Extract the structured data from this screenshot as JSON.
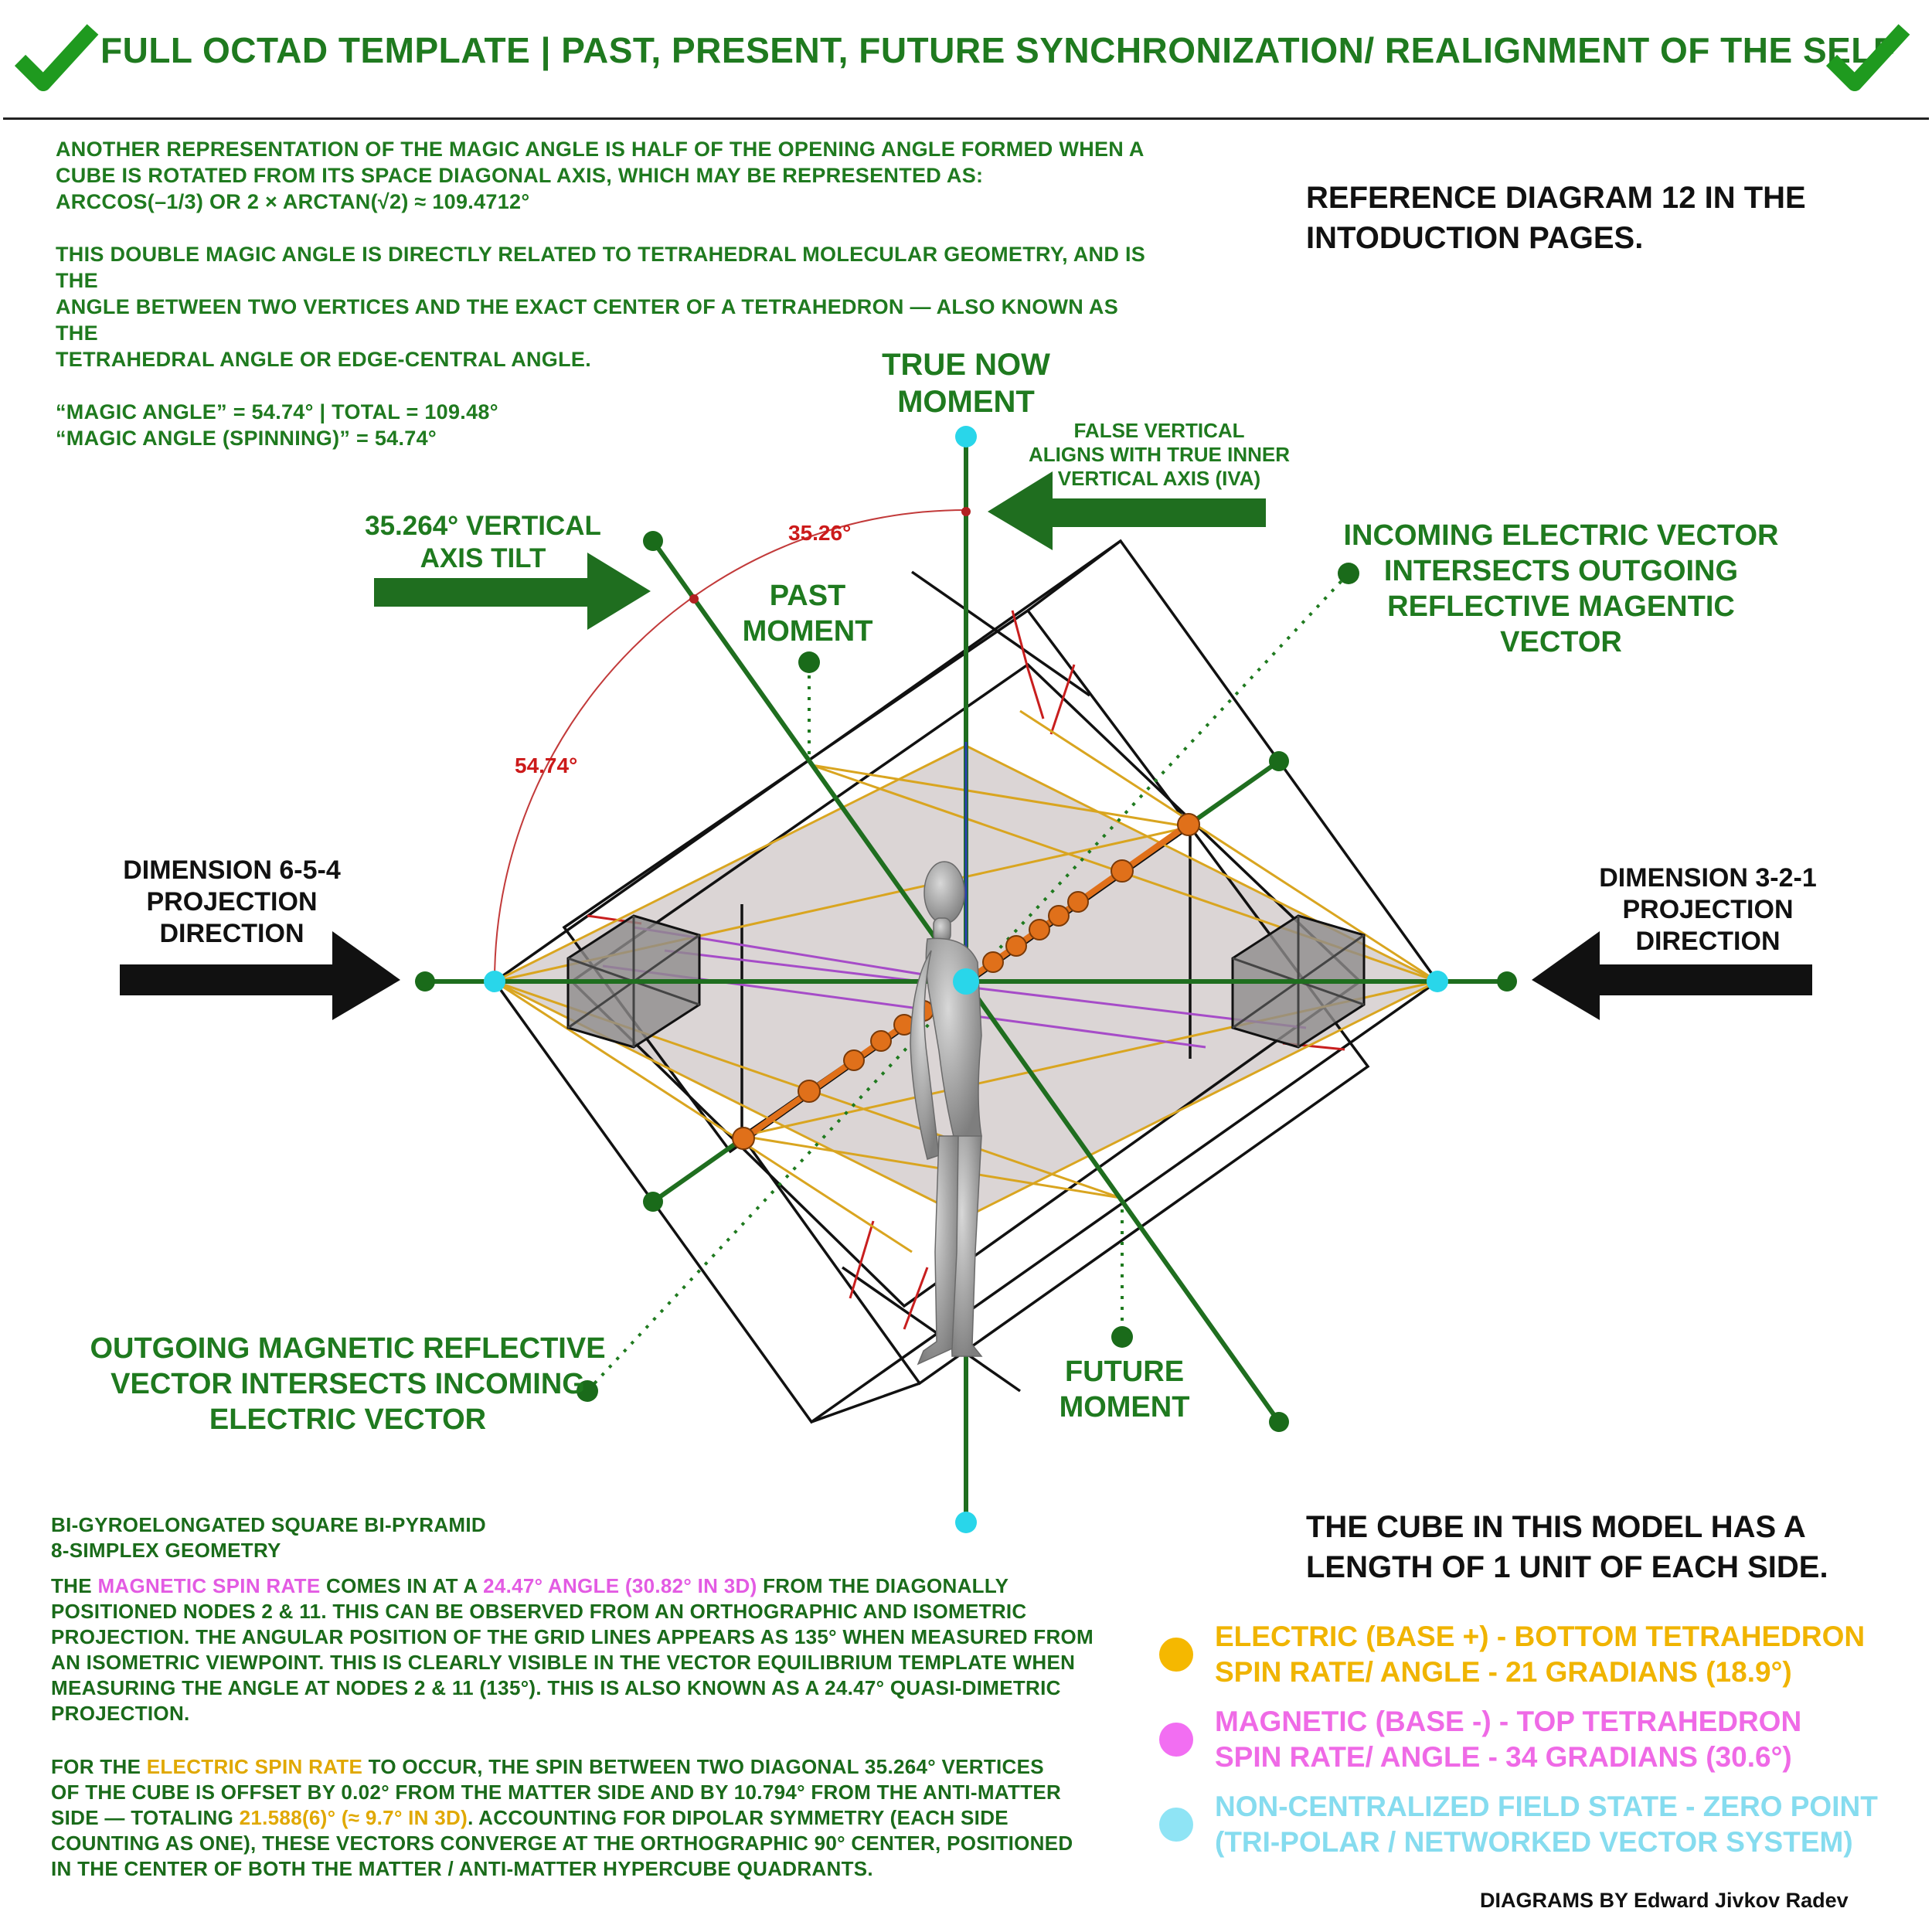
{
  "title": "FULL OCTAD TEMPLATE  |  PAST, PRESENT, FUTURE SYNCHRONIZATION/ REALIGNMENT OF THE SELF",
  "intro": {
    "line1": "ANOTHER REPRESENTATION OF THE MAGIC ANGLE IS HALF OF THE OPENING ANGLE FORMED WHEN A",
    "line2": "CUBE IS ROTATED FROM ITS SPACE DIAGONAL AXIS, WHICH MAY BE REPRESENTED AS:",
    "line3": "ARCCOS(–1/3) OR 2 × ARCTAN(√2) ≈ 109.4712°",
    "line4": "THIS DOUBLE MAGIC ANGLE IS DIRECTLY RELATED TO TETRAHEDRAL MOLECULAR GEOMETRY, AND IS THE",
    "line5": "ANGLE BETWEEN TWO VERTICES AND THE EXACT CENTER OF A TETRAHEDRON — ALSO KNOWN AS THE",
    "line6": "TETRAHEDRAL ANGLE OR EDGE-CENTRAL ANGLE.",
    "line7": "“MAGIC ANGLE” = 54.74° | TOTAL = 109.48°",
    "line8": "“MAGIC ANGLE (SPINNING)” = 54.74°"
  },
  "reference": {
    "line1": "REFERENCE DIAGRAM 12 IN THE",
    "line2": "INTODUCTION PAGES."
  },
  "labels": {
    "true_now_1": "TRUE NOW",
    "true_now_2": "MOMENT",
    "false_vertical_1": "FALSE VERTICAL",
    "false_vertical_2": "ALIGNS WITH TRUE INNER",
    "false_vertical_3": "VERTICAL AXIS (IVA)",
    "tilt_1": "35.264° VERTICAL",
    "tilt_2": "AXIS TILT",
    "angle_3526": "35.26°",
    "angle_5474": "54.74°",
    "past_1": "PAST",
    "past_2": "MOMENT",
    "incoming_1": "INCOMING ELECTRIC VECTOR",
    "incoming_2": "INTERSECTS OUTGOING",
    "incoming_3": "REFLECTIVE MAGENTIC VECTOR",
    "dim654_1": "DIMENSION 6-5-4",
    "dim654_2": "PROJECTION",
    "dim654_3": "DIRECTION",
    "dim321_1": "DIMENSION 3-2-1",
    "dim321_2": "PROJECTION",
    "dim321_3": "DIRECTION",
    "outgoing_1": "OUTGOING MAGNETIC REFLECTIVE",
    "outgoing_2": "VECTOR INTERSECTS INCOMING",
    "outgoing_3": "ELECTRIC VECTOR",
    "future_1": "FUTURE",
    "future_2": "MOMENT"
  },
  "bottom": {
    "geo1": "BI-GYROELONGATED SQUARE BI-PYRAMID",
    "geo2": "8-SIMPLEX GEOMETRY",
    "p1_a": "THE ",
    "p1_mag": "MAGNETIC SPIN RATE",
    "p1_b": " COMES IN AT A ",
    "p1_ang": "24.47° ANGLE (30.82° IN 3D)",
    "p1_c": " FROM THE DIAGONALLY",
    "p1_l2": "POSITIONED NODES 2 & 11. THIS CAN BE OBSERVED FROM AN ORTHOGRAPHIC AND ISOMETRIC",
    "p1_l3": "PROJECTION. THE ANGULAR POSITION OF THE GRID LINES APPEARS AS 135° WHEN MEASURED FROM",
    "p1_l4": "AN ISOMETRIC VIEWPOINT. THIS IS CLEARLY VISIBLE IN THE VECTOR EQUILIBRIUM TEMPLATE WHEN",
    "p1_l5": "MEASURING THE ANGLE AT NODES 2 & 11 (135°). THIS IS ALSO KNOWN AS A 24.47° QUASI-DIMETRIC",
    "p1_l6": "PROJECTION.",
    "p2_a": "FOR THE ",
    "p2_elec": "ELECTRIC SPIN RATE",
    "p2_b": " TO OCCUR, THE SPIN BETWEEN TWO DIAGONAL 35.264° VERTICES",
    "p2_l2": "OF THE CUBE IS OFFSET BY 0.02° FROM THE MATTER SIDE AND BY 10.794° FROM THE ANTI-MATTER",
    "p2_l3a": "SIDE — TOTALING ",
    "p2_l3b": "21.588(6)° (≈ 9.7° IN 3D)",
    "p2_l3c": ". ACCOUNTING FOR DIPOLAR SYMMETRY (EACH SIDE",
    "p2_l4": "COUNTING AS ONE), THESE VECTORS CONVERGE AT THE ORTHOGRAPHIC 90° CENTER, POSITIONED",
    "p2_l5": "IN THE CENTER OF BOTH THE MATTER / ANTI-MATTER HYPERCUBE QUADRANTS."
  },
  "cube_note": {
    "line1": "THE CUBE IN THIS MODEL HAS A",
    "line2": "LENGTH OF 1 UNIT OF EACH SIDE."
  },
  "legend": [
    {
      "line1": "ELECTRIC (BASE +) - BOTTOM TETRAHEDRON",
      "line2": "SPIN RATE/ ANGLE - 21 GRADIANS (18.9°)",
      "color": "#f5b800",
      "text_color": "#f0b400"
    },
    {
      "line1": "MAGNETIC (BASE -) - TOP TETRAHEDRON",
      "line2": "SPIN RATE/ ANGLE - 34 GRADIANS (30.6°)",
      "color": "#f26ef2",
      "text_color": "#ef6ae6"
    },
    {
      "line1": "NON-CENTRALIZED FIELD STATE - ZERO POINT",
      "line2": "(TRI-POLAR / NETWORKED VECTOR SYSTEM)",
      "color": "#8fe4f5",
      "text_color": "#86dcef"
    }
  ],
  "credit": "DIAGRAMS BY Edward Jivkov Radev",
  "colors": {
    "green": "#1f7a1f",
    "black": "#111111",
    "red": "#cc1a1a",
    "cyan": "#29d6ea",
    "orange": "#e0701a",
    "gold": "#d9a520",
    "purple": "#a64cc8",
    "blue": "#2a3fb0"
  }
}
